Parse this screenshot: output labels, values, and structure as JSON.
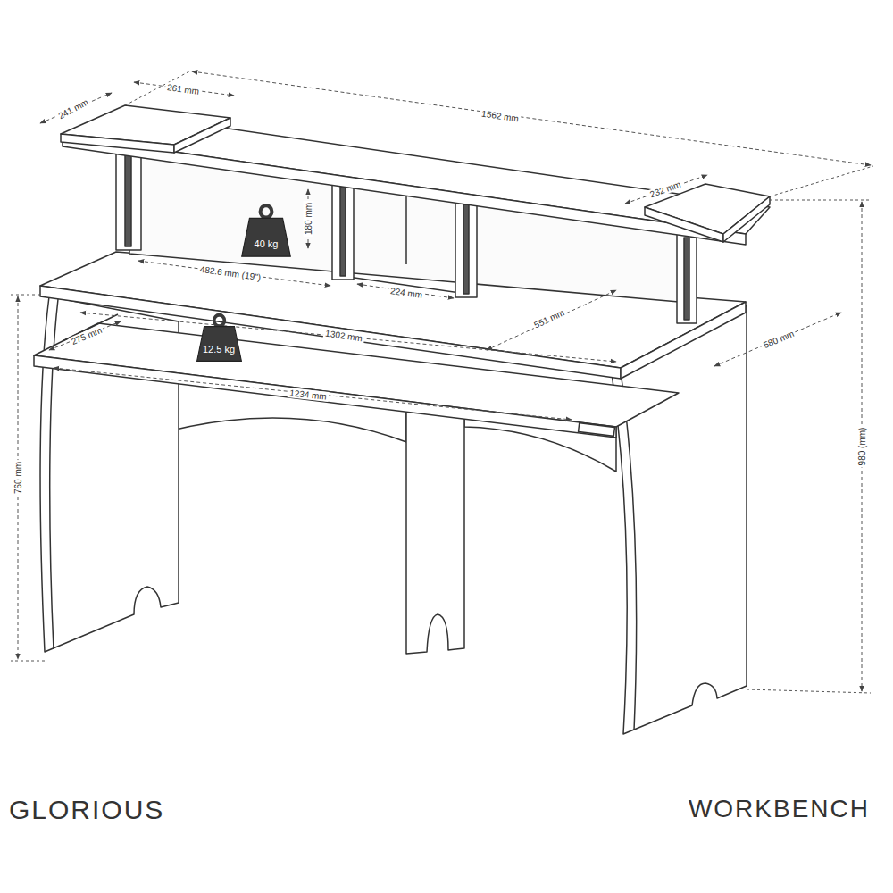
{
  "diagram": {
    "nodes": [
      {
        "text": [
          "40 kg"
        ]
      },
      {
        "text": [
          "12.5 kg"
        ]
      }
    ],
    "labels": [
      "261 mm",
      "241 mm",
      "1562 mm",
      "180 mm",
      "232 mm",
      "482.6 mm (19\")",
      "224 mm",
      "1302 mm",
      "551 mm",
      "580 mm",
      "275 mm",
      "1234 mm",
      "760 mm",
      "980 (mm)",
      "GLORIOUS",
      "WORKBENCH"
    ]
  }
}
